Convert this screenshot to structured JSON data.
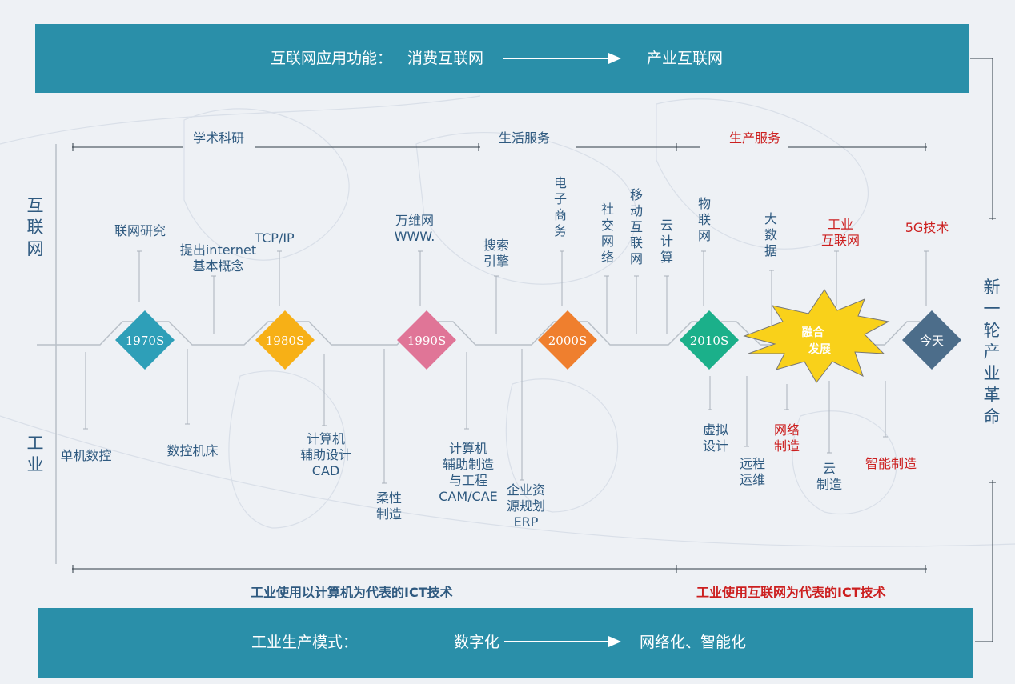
{
  "top_banner": {
    "label": "互联网应用功能：",
    "from": "消费互联网",
    "to": "产业互联网"
  },
  "bottom_banner": {
    "label": "工业生产模式：",
    "from": "数字化",
    "to": "网络化、智能化"
  },
  "side_labels": {
    "internet": "互\n联\n网",
    "industry": "工\n业",
    "revolution": "新\n一\n轮\n产\n业\n革\n命"
  },
  "phases": [
    "学术科研",
    "生活服务",
    "生产服务"
  ],
  "eras": {
    "computer": "工业使用以计算机为代表的ICT技术",
    "internet": "工业使用互联网为代表的ICT技术"
  },
  "milestones": [
    {
      "label": "1970S",
      "color": "#2e9fb8"
    },
    {
      "label": "1980S",
      "color": "#f7b016"
    },
    {
      "label": "1990S",
      "color": "#e07597"
    },
    {
      "label": "2000S",
      "color": "#ef7f2e"
    },
    {
      "label": "2010S",
      "color": "#1bb08a"
    },
    {
      "label": "今天",
      "color": "#4c6d8a"
    }
  ],
  "burst": {
    "label": "融合\n发展",
    "fill": "#f9d11a"
  },
  "internet_events": [
    "联网研究",
    "提出internet\n基本概念",
    "TCP/IP",
    "万维网\nWWW.",
    "搜索\n引擎",
    "电\n子\n商\n务",
    "社\n交\n网\n络",
    "移\n动\n互\n联\n网",
    "云\n计\n算",
    "物\n联\n网",
    "大\n数\n据",
    "工业\n互联网",
    "5G技术"
  ],
  "industry_events": [
    "单机数控",
    "数控机床",
    "计算机\n辅助设计\nCAD",
    "柔性\n制造",
    "计算机\n辅助制造\n与工程\nCAM/CAE",
    "企业资\n源规划\nERP",
    "虚拟\n设计",
    "远程\n运维",
    "网络\n制造",
    "云\n制造",
    "智能制造"
  ]
}
